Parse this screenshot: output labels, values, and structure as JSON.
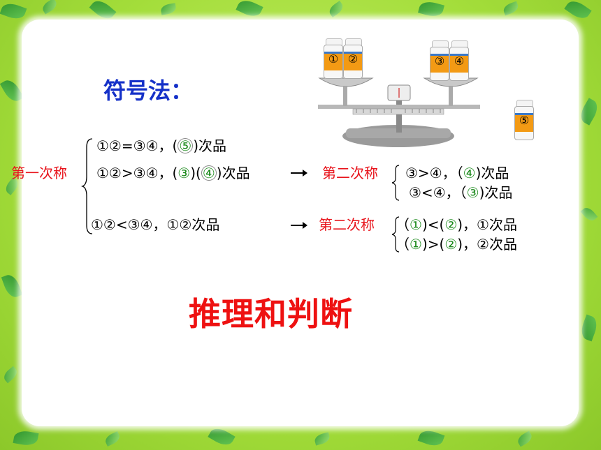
{
  "title": "符号法：",
  "bottles": {
    "left_pan": [
      "①",
      "②"
    ],
    "right_pan": [
      "③",
      "④"
    ],
    "aside": "⑤"
  },
  "first_weigh": {
    "label": "第一次称",
    "case1": {
      "prefix": "①②=③④，(",
      "answer": "⑤",
      "suffix": ")次品"
    },
    "case2": {
      "prefix": "①②>③④，(",
      "answer1": "③",
      "mid": ")(",
      "answer2": "④",
      "suffix": ")次品"
    },
    "case3": {
      "text": "①②<③④，①②次品"
    }
  },
  "second_weigh_a": {
    "label": "第二次称",
    "line1": {
      "prefix": "③>④，（",
      "answer": "④",
      "suffix": ")次品"
    },
    "line2": {
      "prefix": "③<④，（",
      "answer": "③",
      "suffix": ")次品"
    }
  },
  "second_weigh_b": {
    "label": "第二次称",
    "line1": {
      "p1": "（",
      "a1": "①",
      "mid": ")<(",
      "a2": "②",
      "suffix": ")，①次品"
    },
    "line2": {
      "p1": "（",
      "a1": "①",
      "mid": ")>(",
      "a2": "②",
      "suffix": ")，②次品"
    }
  },
  "conclusion": "推理和判断",
  "colors": {
    "background": "#a3dd3a",
    "panel": "#ffffff",
    "label_red": "#e8141c",
    "answer_green": "#1c8a1c",
    "title_blue": "#1430c8"
  }
}
